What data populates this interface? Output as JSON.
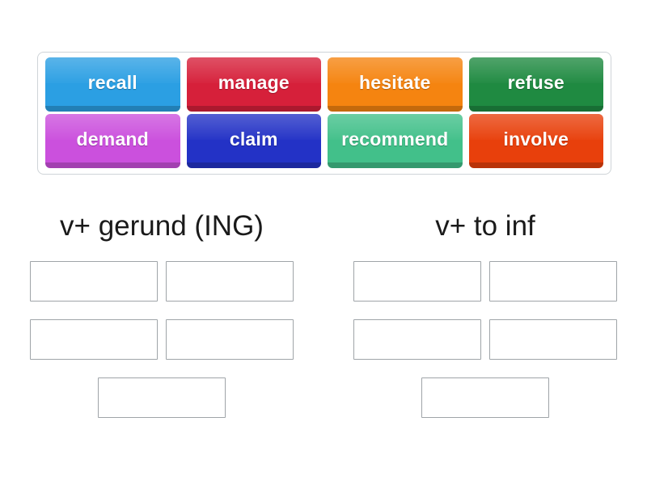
{
  "activity": {
    "type": "group-sort",
    "word_bank": {
      "rows": [
        [
          {
            "label": "recall",
            "color": "#2b9fe3",
            "icon": "word-tile"
          },
          {
            "label": "manage",
            "color": "#d6203a",
            "icon": "word-tile"
          },
          {
            "label": "hesitate",
            "color": "#f58410",
            "icon": "word-tile"
          },
          {
            "label": "refuse",
            "color": "#1f8a41",
            "icon": "word-tile"
          }
        ],
        [
          {
            "label": "demand",
            "color": "#cb50dd",
            "icon": "word-tile"
          },
          {
            "label": "claim",
            "color": "#2332c6",
            "icon": "word-tile"
          },
          {
            "label": "recommend",
            "color": "#42c08a",
            "icon": "word-tile"
          },
          {
            "label": "involve",
            "color": "#e8400c",
            "icon": "word-tile"
          }
        ]
      ]
    },
    "columns": [
      {
        "title": "v+ gerund (ING)",
        "slots": [
          "",
          "",
          "",
          "",
          ""
        ]
      },
      {
        "title": "v+ to inf",
        "slots": [
          "",
          "",
          "",
          "",
          ""
        ]
      }
    ]
  },
  "colors": {
    "page_background": "#ffffff",
    "bank_border": "#cfd4d8",
    "slot_border": "#9fa4a8",
    "title_text": "#1a1a1a",
    "tile_text": "#ffffff"
  }
}
